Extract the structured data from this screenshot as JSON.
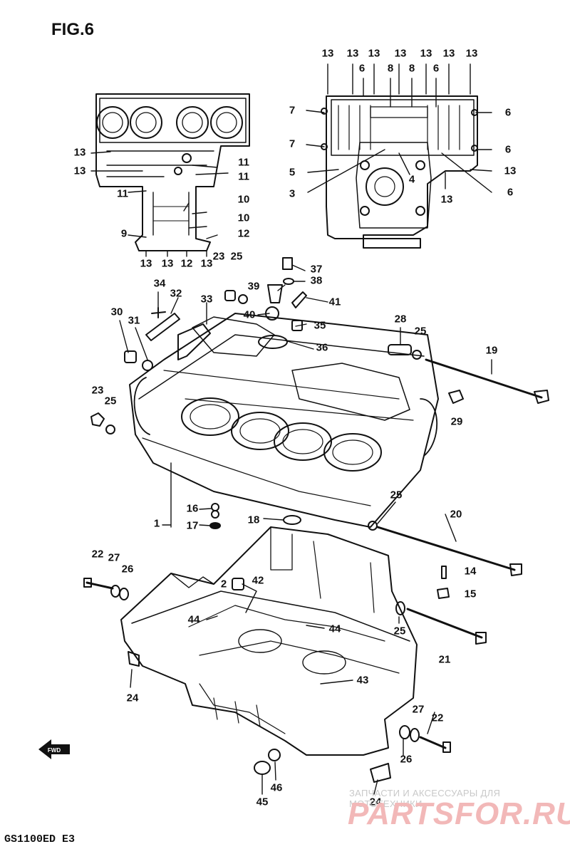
{
  "title": "FIG.6",
  "model_code": "GS1100ED E3",
  "watermark": {
    "caption": "ЗАПЧАСТИ И АКСЕССУАРЫ ДЛЯ МОТОТЕХНИКИ",
    "brand": "PARTSFOR.RU"
  },
  "forward_marker": "FWD",
  "colors": {
    "ink": "#111111",
    "paper": "#ffffff",
    "watermark_red": "#f2b8b8",
    "watermark_gray": "#c9c9c9"
  },
  "labels": [
    "1",
    "2",
    "3",
    "4",
    "5",
    "6",
    "7",
    "8",
    "9",
    "10",
    "11",
    "12",
    "13",
    "14",
    "15",
    "16",
    "17",
    "18",
    "19",
    "20",
    "21",
    "22",
    "23",
    "24",
    "25",
    "26",
    "27",
    "28",
    "29",
    "30",
    "31",
    "32",
    "33",
    "34",
    "35",
    "36",
    "37",
    "38",
    "39",
    "40",
    "41",
    "42",
    "43",
    "44",
    "45",
    "46"
  ]
}
